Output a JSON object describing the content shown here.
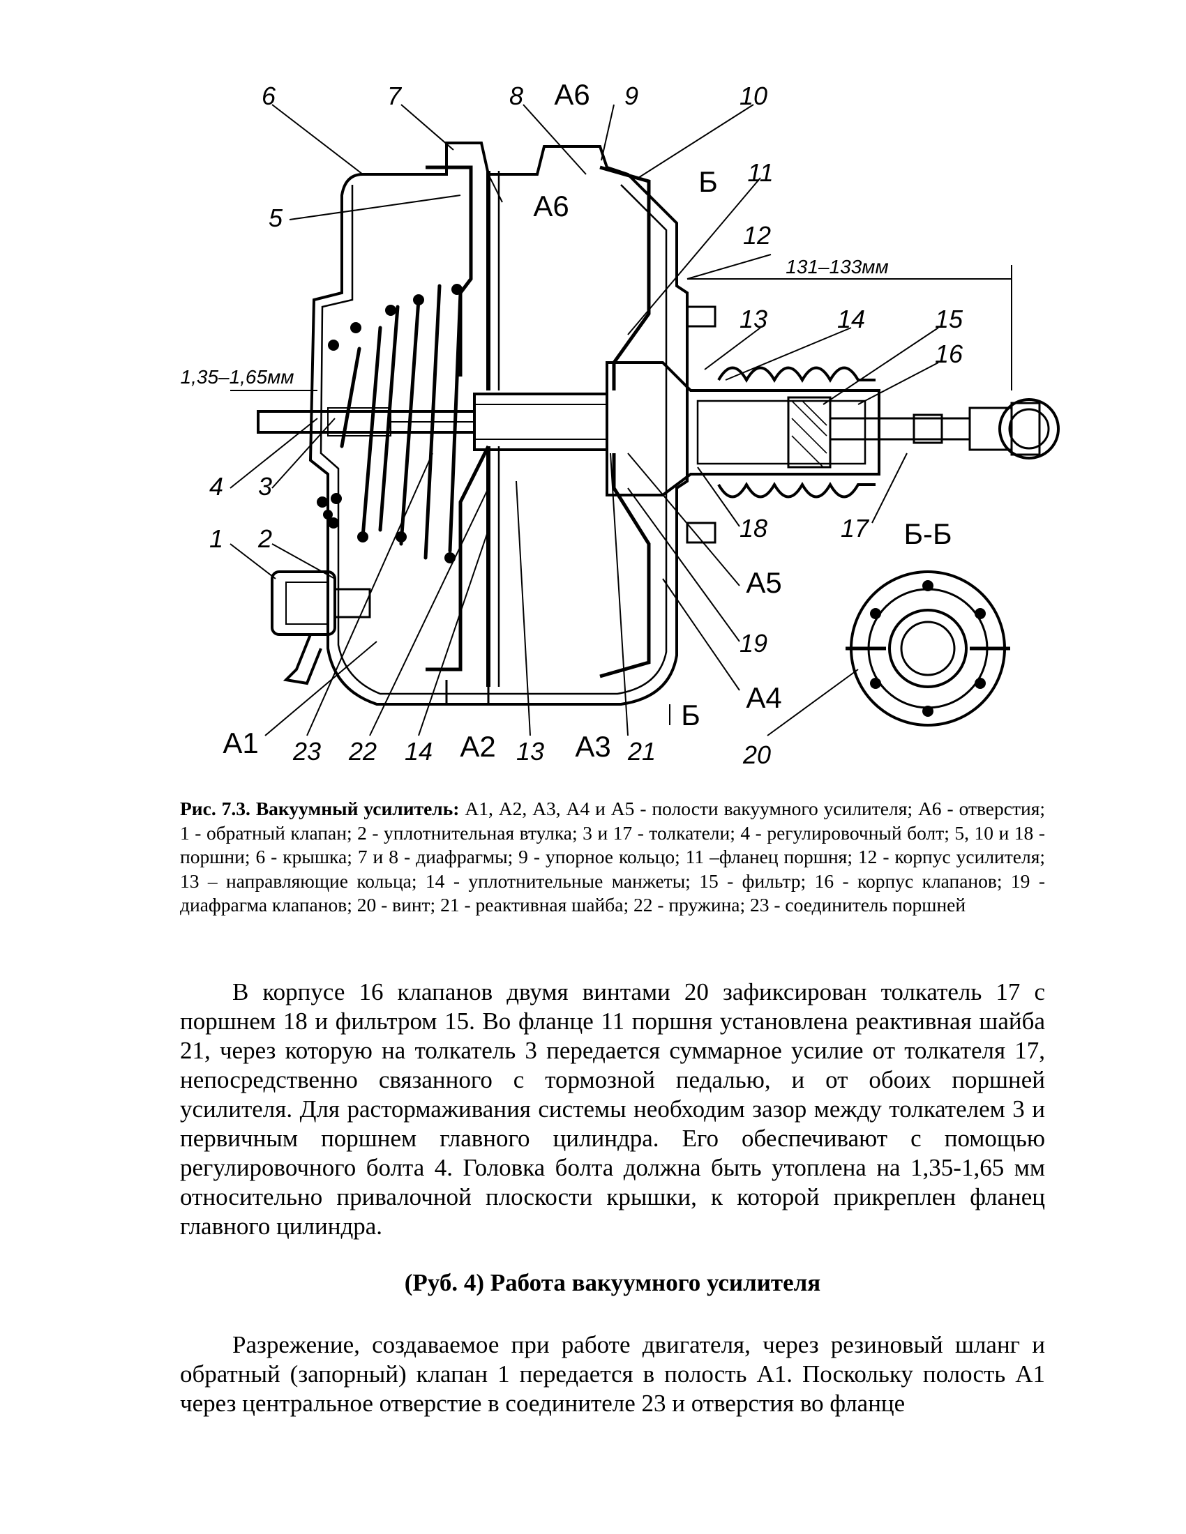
{
  "figure": {
    "labels_top": [
      "6",
      "7",
      "8",
      "А6",
      "9",
      "10"
    ],
    "label_a6_mid": "А6",
    "label_b_top": "Б",
    "label_b_bottom": "Б",
    "labels_right": [
      "11",
      "12",
      "13",
      "14",
      "15",
      "16"
    ],
    "dimension_right": "131–133мм",
    "dimension_left": "1,35–1,65мм",
    "label_5": "5",
    "labels_lower_left": [
      "4",
      "3",
      "1",
      "2"
    ],
    "labels_lower_right": [
      "18",
      "17",
      "А5",
      "19",
      "А4"
    ],
    "section_title": "Б-Б",
    "labels_bottom": [
      "А1",
      "23",
      "22",
      "14",
      "А2",
      "13",
      "А3",
      "21",
      "20"
    ]
  },
  "caption": {
    "title": "Рис. 7.3. Вакуумный усилитель:",
    "text": " А1, А2, А3, А4 и А5 - полости вакуумного усилителя; А6 - отверстия; 1 - обратный клапан; 2 - уплотнительная втулка; 3 и 17 - толкатели; 4 - регулировочный болт; 5, 10 и 18 - поршни; 6 - крышка; 7 и 8 - диафрагмы; 9 - упорное кольцо; 11 –фланец поршня; 12 - корпус усилителя; 13 – направляющие кольца; 14 - уплотнительные манжеты; 15 - фильтр; 16 - корпус клапанов; 19 - диафрагма клапанов; 20 - винт; 21 - реактивная шайба; 22 - пружина; 23 - соединитель поршней"
  },
  "paragraph1": "В корпусе 16 клапанов двумя винтами 20 зафиксирован толкатель 17 с поршнем 18 и фильтром 15. Во фланце 11 поршня установлена реактивная шайба 21, через которую на толкатель 3 передается суммарное усилие от толкателя 17, непосредственно связанного с тормозной педалью, и от обоих поршней усилителя. Для растормаживания системы необходим зазор между толкателем 3 и первичным поршнем главного цилиндра. Его обеспечивают с помощью регулировочного болта 4. Головка болта должна быть утоплена на 1,35-1,65 мм относительно привалочной плоскости крышки, к которой прикреплен фланец главного цилиндра.",
  "heading": "(Руб. 4) Работа вакуумного усилителя",
  "paragraph2": "Разрежение, создаваемое при работе двигателя, через резиновый шланг и обратный (запорный) клапан 1 передается в полость А1. Поскольку полость А1 через центральное отверстие в соединителе 23 и отверстия во фланце"
}
